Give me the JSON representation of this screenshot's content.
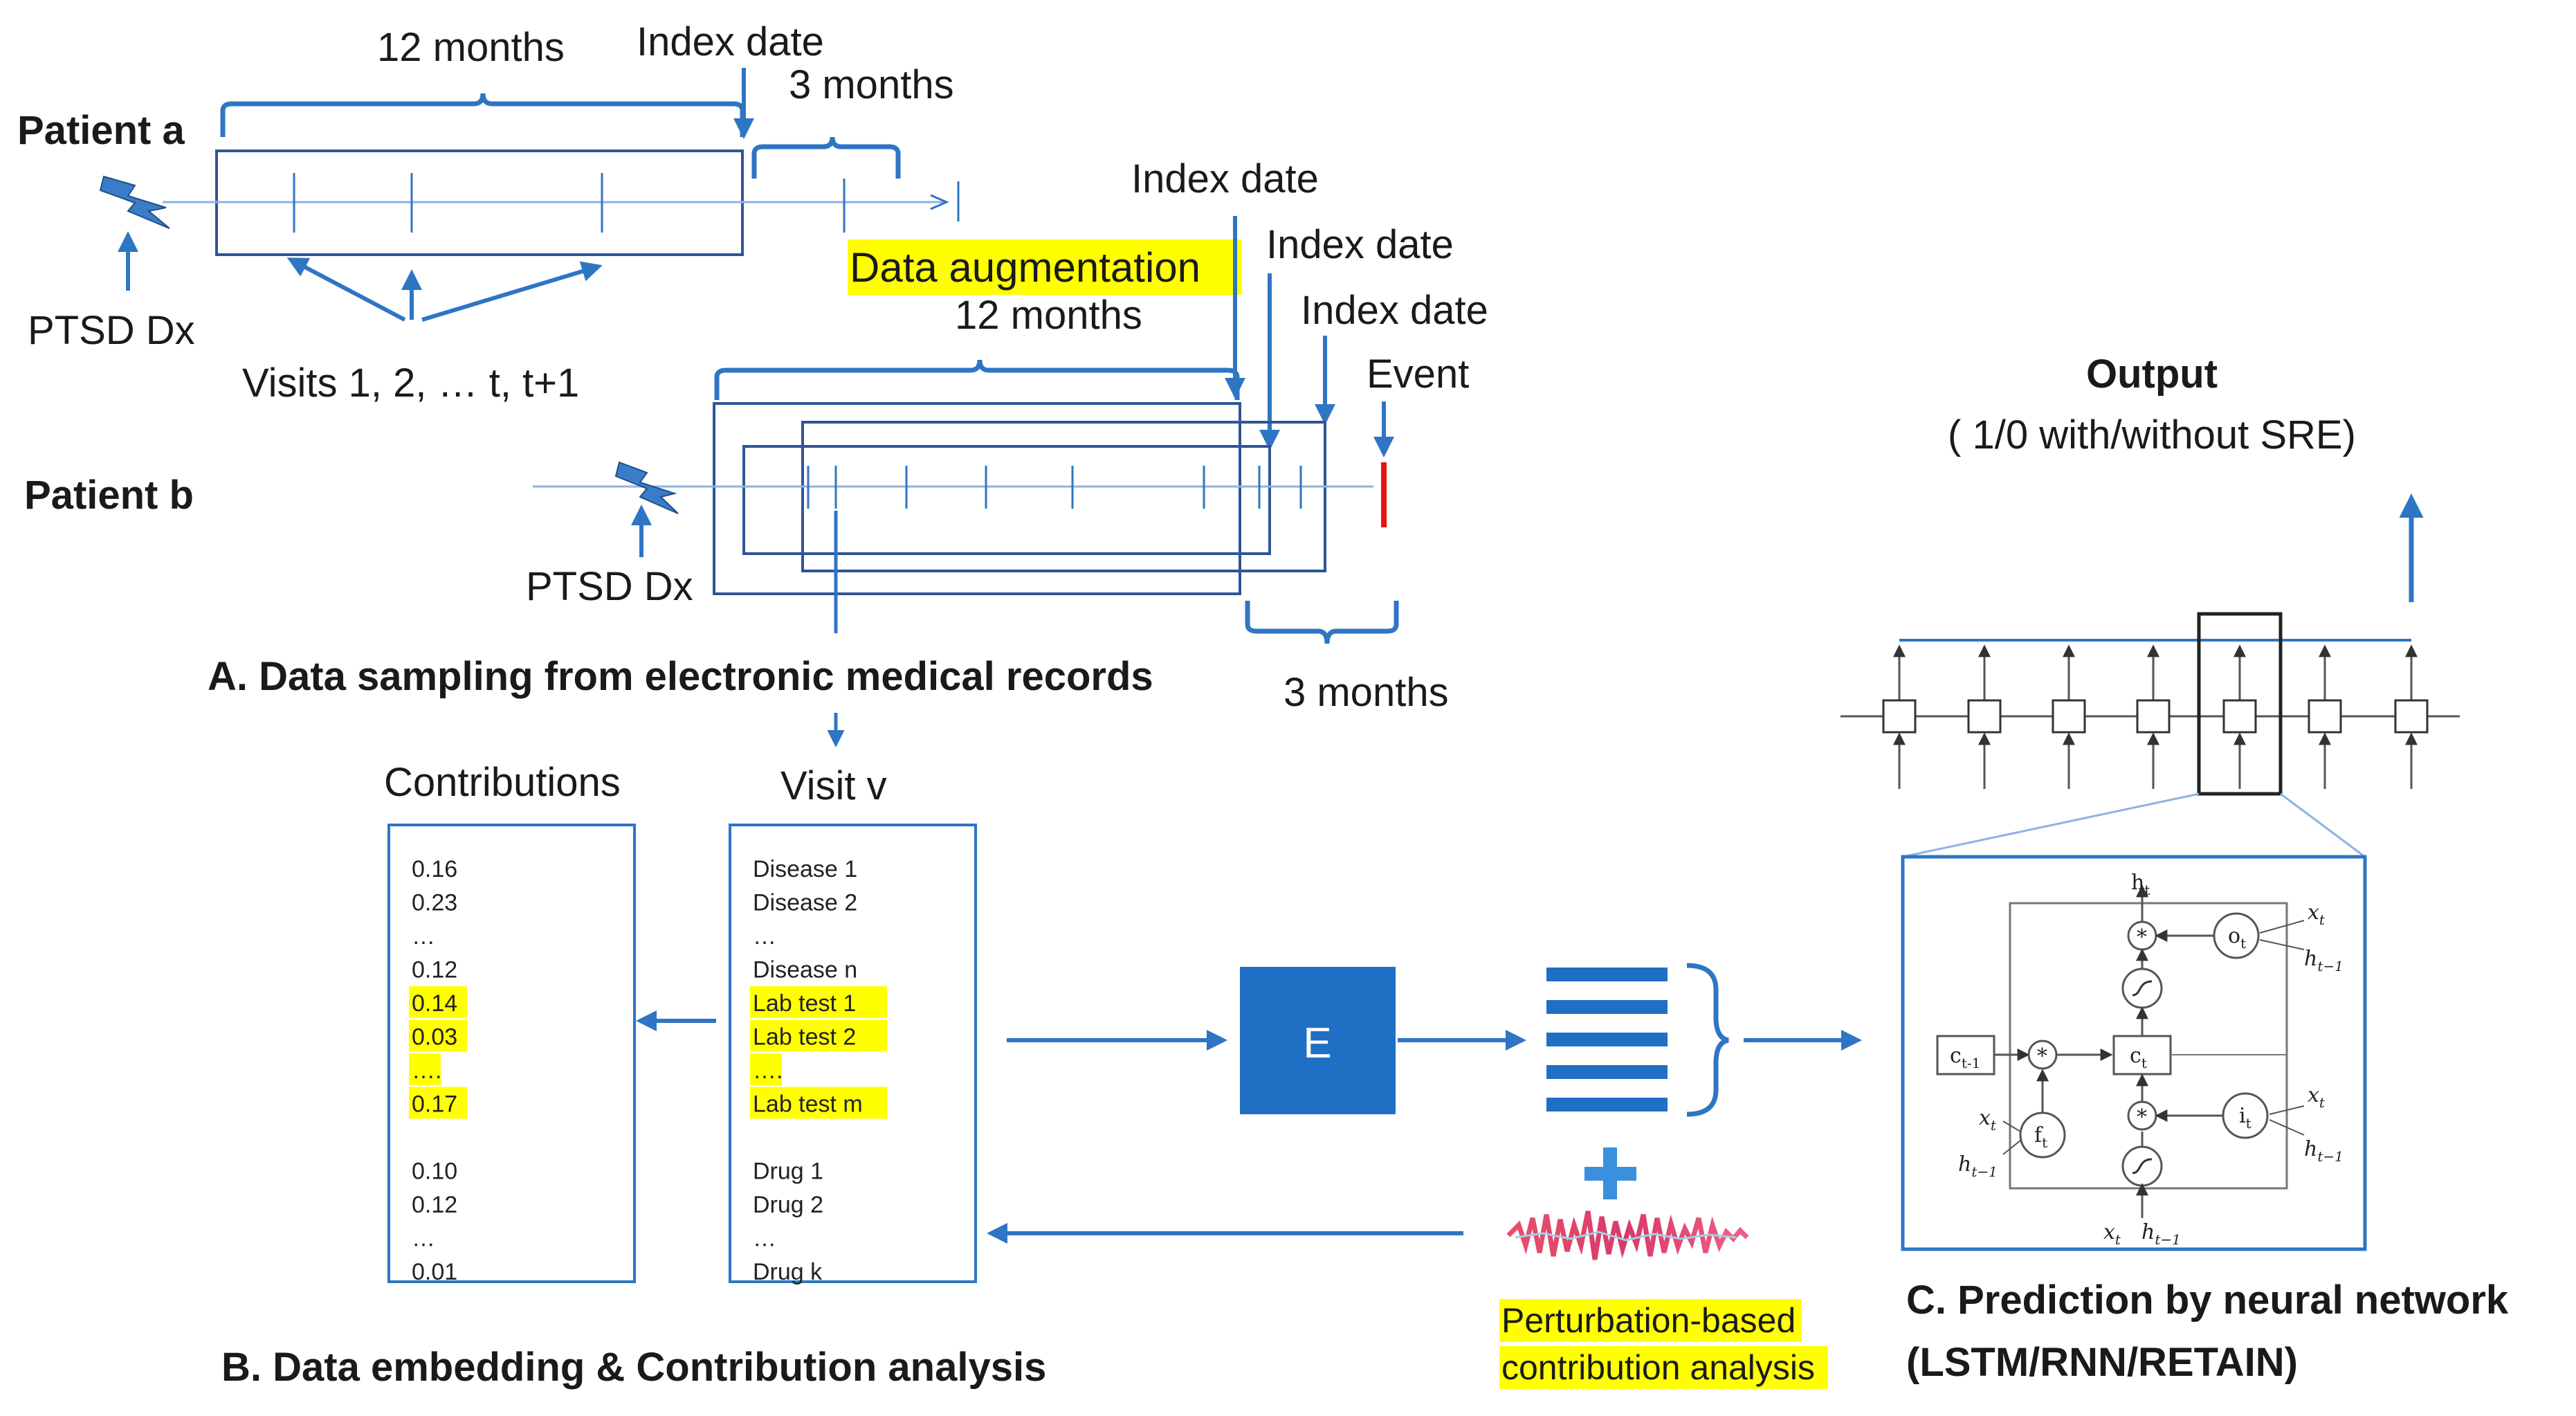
{
  "colors": {
    "accent": "#2e75c4",
    "box": "#2f5597",
    "highlight": "#ffff00",
    "event": "#ee1111",
    "encoder": "#1f6fc4"
  },
  "section_a": {
    "patient_a": "Patient a",
    "patient_b": "Patient b",
    "span_12": "12 months",
    "span_3": "3 months",
    "index_date": "Index date",
    "ptsd_dx": "PTSD Dx",
    "visits": "Visits 1, 2, … t, t+1",
    "augmentation": "Data augmentation",
    "event": "Event",
    "caption": "A. Data sampling from electronic medical records",
    "icon": "lightning-icon"
  },
  "section_b": {
    "contributions_title": "Contributions",
    "visit_title": "Visit v",
    "contributions": [
      {
        "v": "0.16",
        "hl": false
      },
      {
        "v": "0.23",
        "hl": false
      },
      {
        "v": "…",
        "hl": false
      },
      {
        "v": "0.12",
        "hl": false
      },
      {
        "v": "0.14",
        "hl": true
      },
      {
        "v": "0.03",
        "hl": true
      },
      {
        "v": "….",
        "hl": true
      },
      {
        "v": "0.17",
        "hl": true
      },
      {
        "v": "",
        "hl": false
      },
      {
        "v": "0.10",
        "hl": false
      },
      {
        "v": "0.12",
        "hl": false
      },
      {
        "v": "…",
        "hl": false
      },
      {
        "v": "0.01",
        "hl": false
      }
    ],
    "visit_items": [
      {
        "v": "Disease 1",
        "hl": false
      },
      {
        "v": "Disease 2",
        "hl": false
      },
      {
        "v": "…",
        "hl": false
      },
      {
        "v": "Disease n",
        "hl": false
      },
      {
        "v": "Lab test 1",
        "hl": true
      },
      {
        "v": "Lab test 2",
        "hl": true
      },
      {
        "v": "….",
        "hl": true
      },
      {
        "v": "Lab test m",
        "hl": true
      },
      {
        "v": "",
        "hl": false
      },
      {
        "v": "Drug 1",
        "hl": false
      },
      {
        "v": "Drug 2",
        "hl": false
      },
      {
        "v": "…",
        "hl": false
      },
      {
        "v": "Drug k",
        "hl": false
      }
    ],
    "encoder": "E",
    "perturbation_line1": "Perturbation-based",
    "perturbation_line2": "contribution analysis",
    "caption": "B. Data embedding & Contribution analysis"
  },
  "section_c": {
    "output_title": "Output",
    "output_sub": "( 1/0 with/without SRE)",
    "caption_line1": "C. Prediction by neural network",
    "caption_line2": "(LSTM/RNN/RETAIN)",
    "cell": {
      "ht": "h",
      "ht_sub": "t",
      "ot": "o",
      "ot_sub": "t",
      "ct1": "c",
      "ct1_sub": "t-1",
      "ct": "c",
      "ct_sub": "t",
      "ft": "f",
      "ft_sub": "t",
      "it": "i",
      "it_sub": "t",
      "x": "x",
      "x_sub": "t",
      "h": "h",
      "h_sub": "t−1",
      "mult": "*"
    }
  }
}
